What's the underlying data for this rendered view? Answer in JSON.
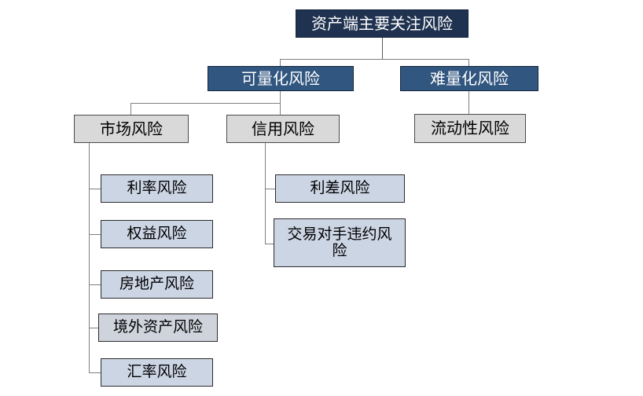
{
  "diagram": {
    "title": "资产端主要关注风险",
    "type": "tree",
    "colors": {
      "level0_fill": "#1f3250",
      "level1_fill": "#31567f",
      "level2_fill": "#d9d9d9",
      "level3_fill": "#ccd5e4",
      "connector": "#7f7f7f",
      "text_light": "#ffffff",
      "text_dark": "#000000",
      "background": "#ffffff"
    },
    "nodes": {
      "root": "资产端主要关注风险",
      "quantifiable": "可量化风险",
      "hard_to_quantify": "难量化风险",
      "market": "市场风险",
      "credit": "信用风险",
      "liquidity": "流动性风险",
      "interest_rate": "利率风险",
      "equity": "权益风险",
      "real_estate": "房地产风险",
      "overseas_asset": "境外资产风险",
      "exchange_rate": "汇率风险",
      "spread": "利差风险",
      "counterparty_default": "交易对手违约风险"
    }
  }
}
